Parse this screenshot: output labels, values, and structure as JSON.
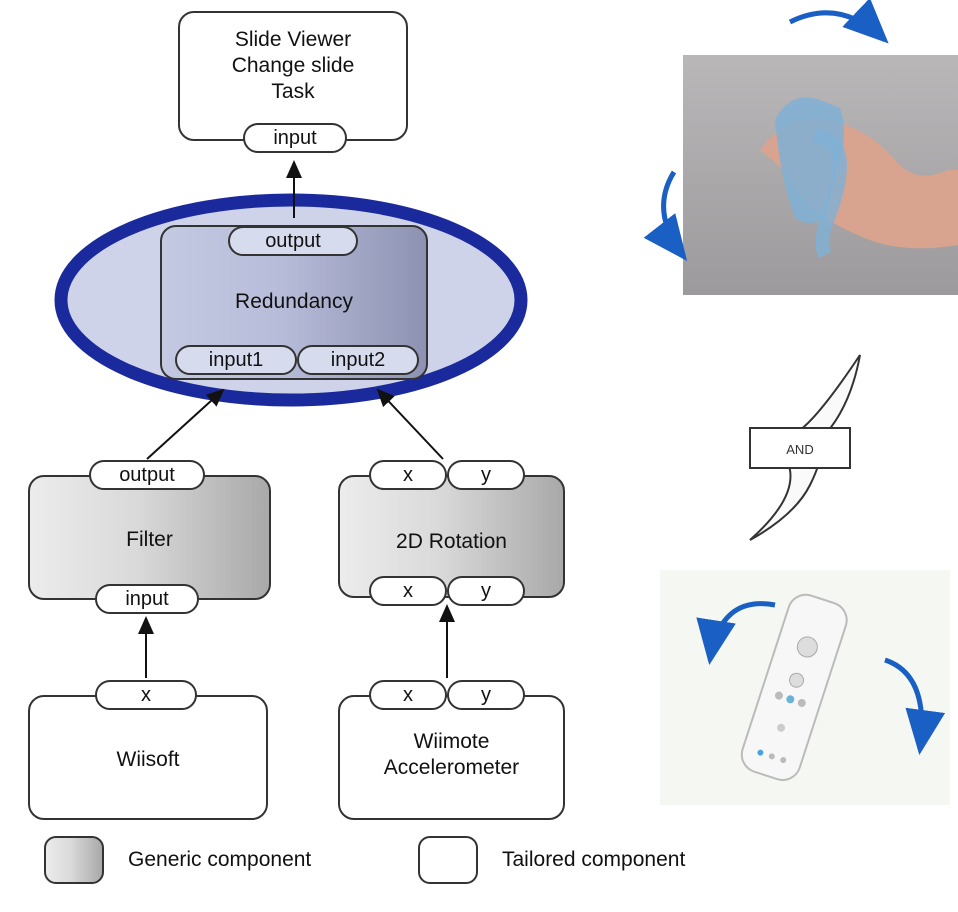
{
  "nodes": {
    "slide_viewer": {
      "lines": [
        "Slide Viewer",
        "Change slide",
        "Task"
      ],
      "input": "input"
    },
    "redundancy": {
      "label": "Redundancy",
      "output": "output",
      "input1": "input1",
      "input2": "input2"
    },
    "filter": {
      "label": "Filter",
      "output": "output",
      "input": "input"
    },
    "rotation": {
      "label": "2D Rotation",
      "in_x": "x",
      "in_y": "y",
      "out_x": "x",
      "out_y": "y"
    },
    "wiisoft": {
      "label": "Wiisoft",
      "output": "x"
    },
    "accelerometer": {
      "lines": [
        "Wiimote",
        "Accelerometer"
      ],
      "out_x": "x",
      "out_y": "y"
    }
  },
  "legend": {
    "generic": "Generic component",
    "tailored": "Tailored component"
  },
  "side": {
    "and_label": "AND"
  },
  "colors": {
    "highlight_ring": "#1a2a9c",
    "highlight_fill": "#cfd3ea",
    "arrow": "#1a5fc4",
    "generic_light": "#e6e6e6",
    "generic_dark": "#a9a9a9"
  }
}
